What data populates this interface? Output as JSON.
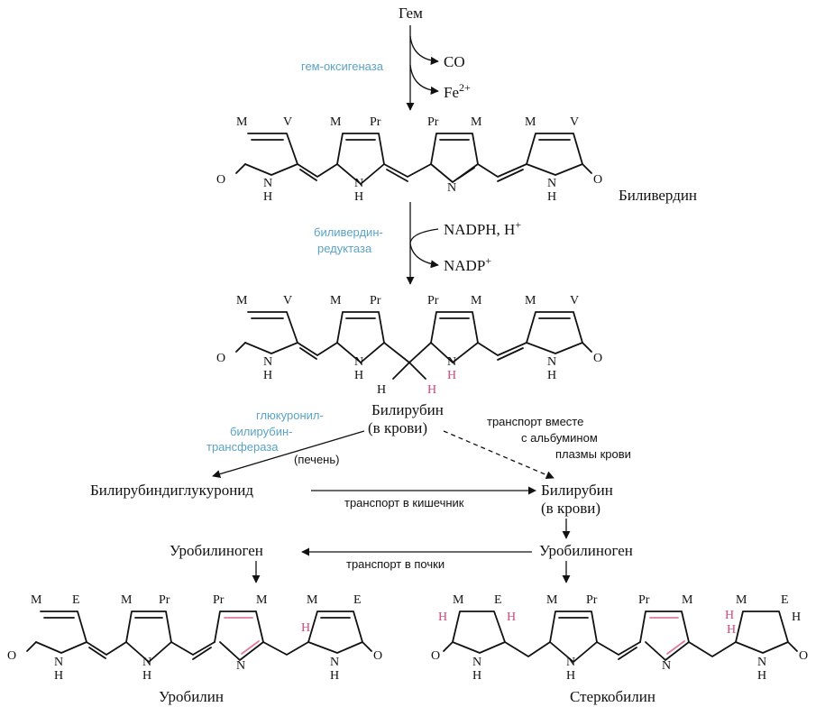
{
  "labels": {
    "heme": "Гем",
    "co": "CO",
    "fe": "Fe",
    "fe_charge": "2+",
    "enzyme1": "гем-оксигеназа",
    "biliverdin": "Биливердин",
    "enzyme2_line1": "биливердин-",
    "enzyme2_line2": "редуктаза",
    "nadph": "NADPH, H",
    "nadph_plus": "+",
    "nadp": "NADP",
    "nadp_plus": "+",
    "bilirubin_blood1": "Билирубин",
    "bilirubin_blood2": "(в крови)",
    "glucuronyl_1": "глюкуронил-",
    "glucuronyl_2": "билирубин-",
    "glucuronyl_3": "трансфераза",
    "liver": "(печень)",
    "albumin_1": "транспорт вместе",
    "albumin_2": "с альбумином",
    "albumin_3": "плазмы крови",
    "diglucuronide": "Билирубиндиглукуронид",
    "intestine": "транспорт в кишечник",
    "bilirubin2_1": "Билирубин",
    "bilirubin2_2": "(в крови)",
    "urobilinogen_left": "Уробилиноген",
    "urobilinogen_right": "Уробилиноген",
    "kidneys": "транспорт в почки",
    "urobilin": "Уробилин",
    "stercobilin": "Стеркобилин"
  },
  "atoms": {
    "M": "M",
    "V": "V",
    "Pr": "Pr",
    "E": "E",
    "O": "O",
    "N": "N",
    "NH_N": "N",
    "NH_H": "H",
    "H": "H"
  },
  "colors": {
    "enzyme": "#5aa3c6",
    "highlight": "#d4487a"
  }
}
